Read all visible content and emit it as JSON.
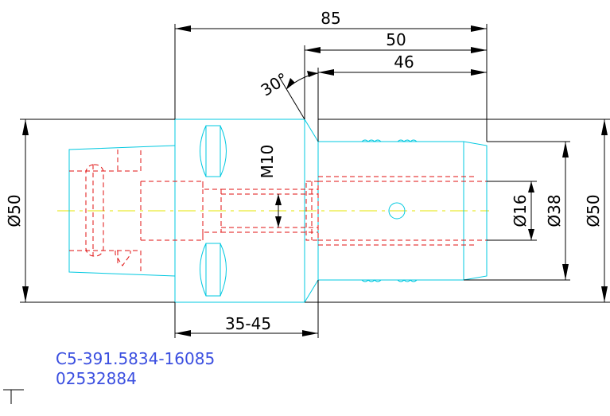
{
  "dimensions": {
    "overall_length": "85",
    "length_50": "50",
    "length_46": "46",
    "angle": "30°",
    "thread": "M10",
    "left_diameter": "Ø50",
    "bore_diameter": "Ø16",
    "shank_diameter": "Ø38",
    "right_diameter": "Ø50",
    "gauge_range": "35-45"
  },
  "part": {
    "code": "C5-391.5834-16085",
    "number": "02532884"
  },
  "colors": {
    "background": "#ffffff",
    "dimension": "#000000",
    "outline": "#00c8e0",
    "hidden": "#e01010",
    "centerline": "#e6e600",
    "text_blue": "#3b4fe0"
  }
}
